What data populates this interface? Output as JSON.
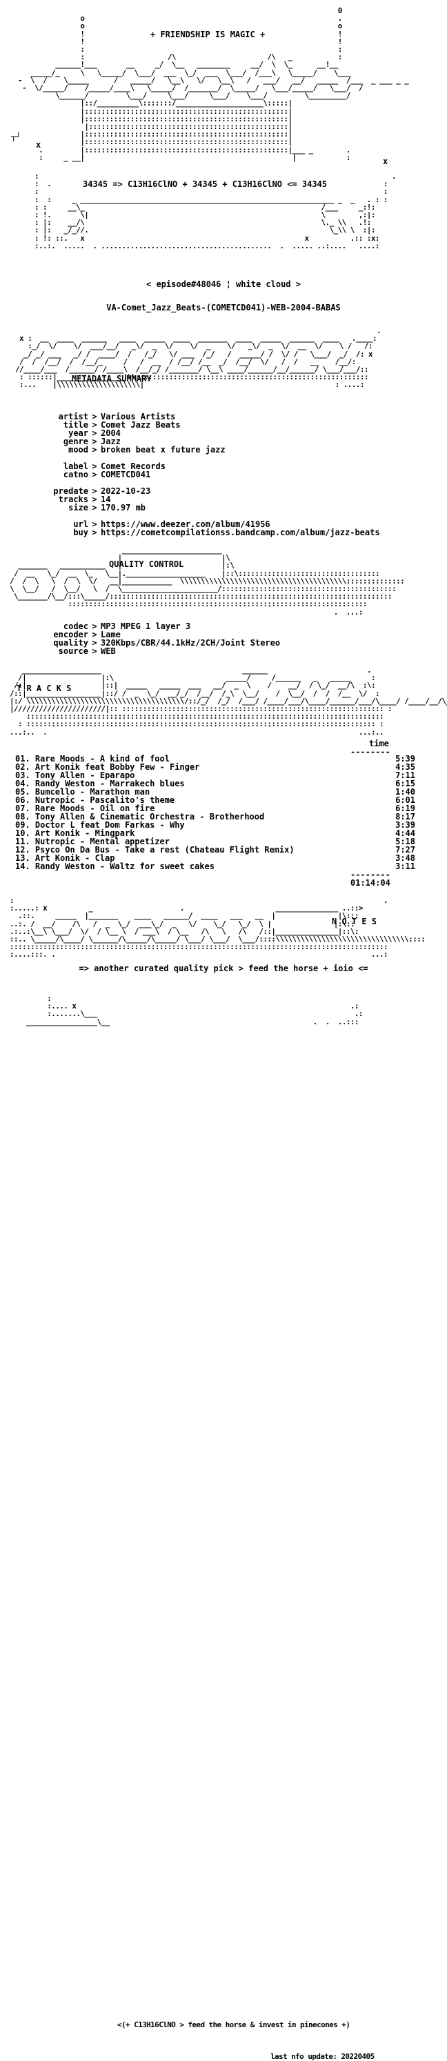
{
  "header": {
    "tagline": "+ FRIENDSHIP IS MAGIC +",
    "formula": "34345 => C13H16ClNO + 34345 + C13H16ClNO <= 34345",
    "episode": "< episode#48046 ¦ white cloud >",
    "release": "VA-Comet_Jazz_Beats-(COMETCD041)-WEB-2004-BABAS"
  },
  "metadata": {
    "section_label": "METADATA SUMMARY",
    "fields": [
      {
        "key": "artist",
        "value": "Various Artists"
      },
      {
        "key": "title",
        "value": "Comet Jazz Beats"
      },
      {
        "key": "year",
        "value": "2004"
      },
      {
        "key": "genre",
        "value": "Jazz"
      },
      {
        "key": "mood",
        "value": "broken beat x future jazz"
      },
      {
        "key": "label",
        "value": "Comet Records"
      },
      {
        "key": "catno",
        "value": "COMETCD041"
      },
      {
        "key": "predate",
        "value": "2022-10-23"
      },
      {
        "key": "tracks",
        "value": "14"
      },
      {
        "key": "size",
        "value": "170.97 mb"
      },
      {
        "key": "url",
        "value": "https://www.deezer.com/album/41956"
      },
      {
        "key": "buy",
        "value": "https://cometcompilationss.bandcamp.com/album/jazz-beats"
      }
    ]
  },
  "quality": {
    "section_label": "QUALITY CONTROL",
    "fields": [
      {
        "key": "codec",
        "value": "MP3 MPEG 1 layer 3"
      },
      {
        "key": "encoder",
        "value": "Lame"
      },
      {
        "key": "quality",
        "value": "320Kbps/CBR/44.1kHz/2CH/Joint Stereo"
      },
      {
        "key": "source",
        "value": "WEB"
      }
    ]
  },
  "tracklist": {
    "section_label": "T R A C K S",
    "time_header": "time",
    "tracks": [
      {
        "title": "01. Rare Moods - A kind of fool",
        "time": "5:39"
      },
      {
        "title": "02. Art Konik feat Bobby Few - Finger",
        "time": "4:35"
      },
      {
        "title": "03. Tony Allen - Eparapo",
        "time": "7:11"
      },
      {
        "title": "04. Randy Weston - Marrakech blues",
        "time": "6:15"
      },
      {
        "title": "05. Bumcello - Marathon man",
        "time": "1:40"
      },
      {
        "title": "06. Nutropic - Pascalito's theme",
        "time": "6:01"
      },
      {
        "title": "07. Rare Moods - Oil on fire",
        "time": "6:19"
      },
      {
        "title": "08. Tony Allen & Cinematic Orchestra - Brotherhood",
        "time": "8:17"
      },
      {
        "title": "09. Doctor L feat Dom Farkas - Why",
        "time": "3:39"
      },
      {
        "title": "10. Art Konik - Mingpark",
        "time": "4:44"
      },
      {
        "title": "11. Nutropic - Mental appetizer",
        "time": "5:18"
      },
      {
        "title": "12. Psyco On Da Bus - Take a rest (Chateau Flight Remix)",
        "time": "7:27"
      },
      {
        "title": "13. Art Konik - Clap",
        "time": "3:48"
      },
      {
        "title": "14. Randy Weston - Waltz for sweet cakes",
        "time": "3:11"
      }
    ],
    "total": "01:14:04"
  },
  "notes": {
    "section_label": "N O T E S",
    "text": "=> another curated quality pick > feed the horse + ioio <="
  },
  "footer": {
    "motto": "<(+ C13H16ClNO > feed the horse & invest in pinecones +)",
    "update": "last nfo update: 20220405"
  }
}
